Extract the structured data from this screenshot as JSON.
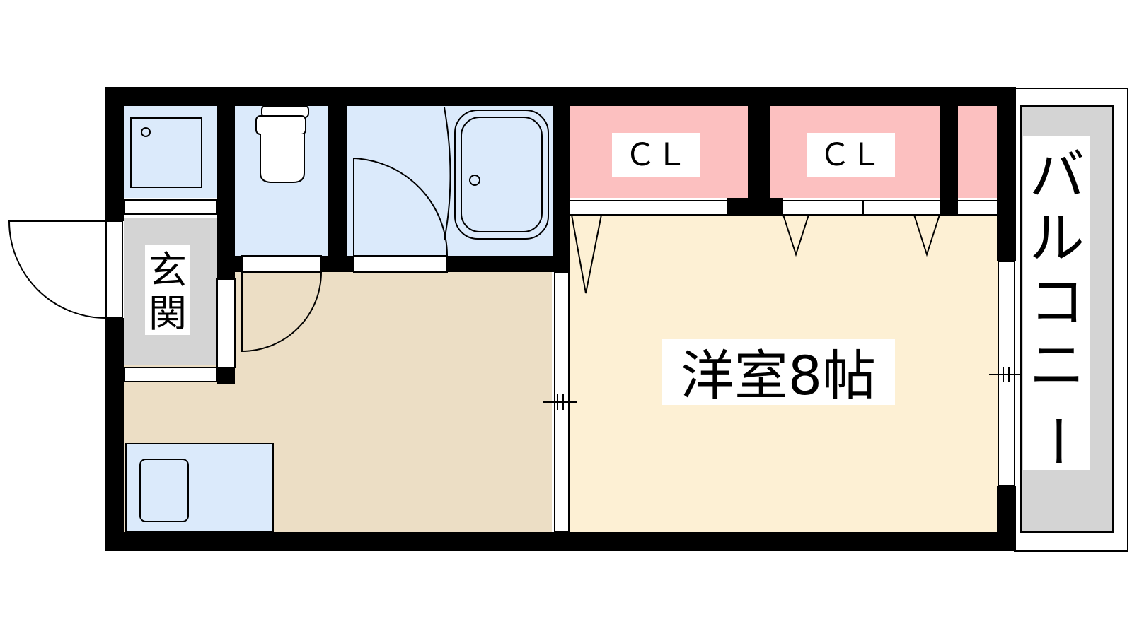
{
  "rooms": {
    "western_room": {
      "label": "洋室8帖"
    },
    "closet_1": {
      "label": "ＣＬ"
    },
    "closet_2": {
      "label": "ＣＬ"
    },
    "entrance": {
      "label_top": "玄",
      "label_bottom": "関"
    },
    "balcony": {
      "chars": [
        "バ",
        "ル",
        "コ",
        "ニ",
        "ー"
      ]
    }
  },
  "colors": {
    "wall": "#000000",
    "wet_area": "#dbeafb",
    "closet": "#fcc0c0",
    "western_room": "#fdf0d4",
    "kitchen_floor": "#ecdec5",
    "entrance_floor": "#d4d4d4",
    "balcony_floor": "#d4d4d4"
  }
}
